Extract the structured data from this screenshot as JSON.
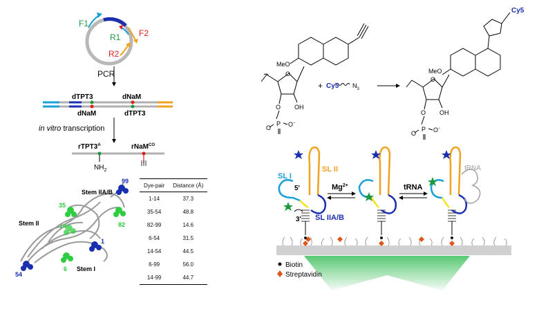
{
  "panel_a": {
    "primers": {
      "f1": "F1",
      "f2": "F2",
      "r1": "R1",
      "r2": "R2"
    },
    "colors": {
      "f1": "#1a9fd8",
      "f2": "#e01c1c",
      "r1": "#1a9a3c",
      "r2": "#e01c1c",
      "plasmid": "#b0b0b0",
      "blue": "#1a2fb0",
      "orange": "#f0a21e",
      "cyan": "#1a9fd8"
    },
    "pcr": "PCR",
    "dna_top_left": "dTPT3",
    "dna_top_right": "dNaM",
    "dna_bottom_left": "dNaM",
    "dna_bottom_right": "dTPT3",
    "transcription": {
      "prefix": "in vitro",
      "suffix": " transcription"
    },
    "rtpt3": "rTPT3",
    "rtpt3_sup": "A",
    "rnam": "rNaM",
    "rnam_sup": "CO",
    "nh2": "NH",
    "nh2_sub": "2"
  },
  "panel_b": {
    "stems": {
      "s2": "Stem II",
      "s2ab": "Stem IIA/B",
      "s1": "Stem I"
    },
    "residues": {
      "r99": "99",
      "r35": "35",
      "r14": "14",
      "r82": "82",
      "r1": "1",
      "r54": "54",
      "r6": "6"
    },
    "table": {
      "headers": [
        "Dye-pair",
        "Distance (Å)"
      ],
      "rows": [
        [
          "1-14",
          "37.3"
        ],
        [
          "35-54",
          "48.8"
        ],
        [
          "82-99",
          "14.6"
        ],
        [
          "6-54",
          "31.5"
        ],
        [
          "14-54",
          "44.5"
        ],
        [
          "6-99",
          "56.0"
        ],
        [
          "14-99",
          "44.7"
        ]
      ]
    }
  },
  "panel_c": {
    "meo_left": "MeO",
    "meo_right": "MeO",
    "plus": "+",
    "cy5": "Cy5",
    "n3": "N",
    "n3_sub": "3",
    "oh_left": "OH",
    "oh_right": "OH",
    "phosphate_o": "O",
    "phosphate_p": "P",
    "phosphate_o2": "O",
    "phosphate_om": "O",
    "phosphate_minus": "−",
    "ring_o": "O",
    "ring_o2": "O",
    "cy5_top": "Cy5",
    "label_color": "#1a2fb0"
  },
  "panel_d": {
    "sl1": "SL I",
    "sl2": "SL II",
    "five_prime": "5'",
    "three_prime": "3'",
    "sl2ab": "SL IIA/B",
    "mg": "Mg",
    "mg_sup": "2+",
    "trna_arrow": "tRNA",
    "trna_label": "tRNA",
    "legend_biotin": "Biotin",
    "legend_strep": "Streptavidin",
    "colors": {
      "sl1": "#1a9fd8",
      "sl2": "#f0a21e",
      "sl2ab": "#1a2fb0",
      "yellow": "#f5e21a",
      "green": "#1a9a3c",
      "star_blue": "#1a2fb0",
      "strep": "#e0561a",
      "surface": "#d0d0d0",
      "beam": "#3cbf5a",
      "trna": "#a0a0a0"
    }
  }
}
